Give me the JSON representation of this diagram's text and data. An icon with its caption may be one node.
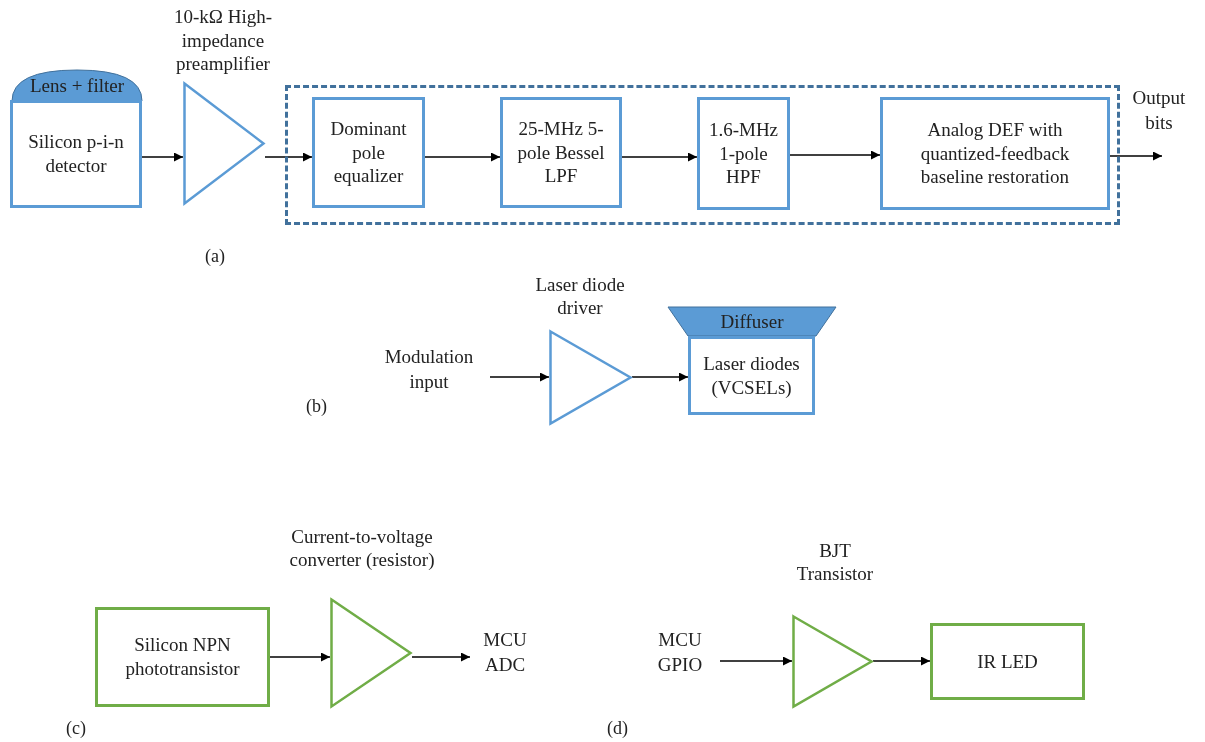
{
  "diagram": {
    "nodes": [
      {
        "text": [
          "Lens + filter"
        ]
      },
      {
        "text": [
          "Silicon p-i-n detector"
        ]
      },
      {
        "text": [],
        "shape": "triangle",
        "beside": [
          "10-kΩ High-impedance preamplifier"
        ]
      },
      {
        "text": [],
        "shape": "box"
      },
      {
        "text": [
          "Dominant pole equalizer"
        ],
        "in": 3
      },
      {
        "text": [
          "25-MHz 5-pole Bessel LPF"
        ],
        "in": 3
      },
      {
        "text": [
          "1.6-MHz 1-pole HPF"
        ],
        "in": 3
      },
      {
        "text": [
          "Analog DEF with quantized-feedback baseline restoration"
        ],
        "in": 3
      },
      {
        "text": [
          "Output bits"
        ]
      },
      {
        "text": [
          "Modulation input"
        ]
      },
      {
        "text": [],
        "shape": "triangle",
        "beside": [
          "Laser diode driver"
        ]
      },
      {
        "text": [
          "Diffuser"
        ]
      },
      {
        "text": [
          "Laser diodes (VCSELs)"
        ]
      },
      {
        "text": [
          "Silicon NPN phototransistor"
        ]
      },
      {
        "text": [],
        "shape": "triangle",
        "beside": [
          "Current-to-voltage converter (resistor)"
        ]
      },
      {
        "text": [
          "MCU ADC"
        ]
      },
      {
        "text": [
          "MCU GPIO"
        ]
      },
      {
        "text": [],
        "shape": "triangle",
        "beside": [
          "BJT Transistor"
        ]
      },
      {
        "text": [
          "IR LED"
        ]
      }
    ],
    "edges": [
      {
        "from": 1,
        "to": 2,
        "arrow": "to"
      },
      {
        "from": 2,
        "to": 4,
        "arrow": "to"
      },
      {
        "from": 4,
        "to": 5,
        "arrow": "to"
      },
      {
        "from": 5,
        "to": 6,
        "arrow": "to"
      },
      {
        "from": 6,
        "to": 7,
        "arrow": "to"
      },
      {
        "from": 7,
        "to": 8,
        "arrow": "to"
      },
      {
        "from": 9,
        "to": 10,
        "arrow": "to"
      },
      {
        "from": 10,
        "to": 12,
        "arrow": "to"
      },
      {
        "from": 13,
        "to": 14,
        "arrow": "to"
      },
      {
        "from": 14,
        "to": 15,
        "arrow": "to"
      },
      {
        "from": 16,
        "to": 17,
        "arrow": "to"
      },
      {
        "from": 17,
        "to": 18,
        "arrow": "to"
      }
    ],
    "labels": [
      "(a)",
      "(b)",
      "(c)",
      "(d)"
    ]
  }
}
